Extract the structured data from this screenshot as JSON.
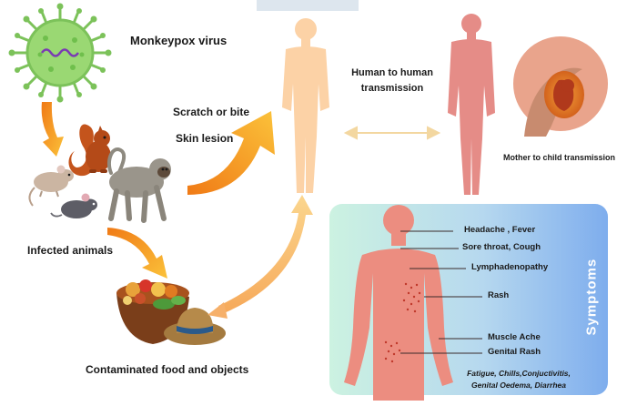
{
  "labels": {
    "virus": "Monkeypox virus",
    "scratch": "Scratch or bite",
    "skin": "Skin lesion",
    "h2h_line1": "Human to human",
    "h2h_line2": "transmission",
    "mother": "Mother to child transmission",
    "infected": "Infected animals",
    "food": "Contaminated food and objects"
  },
  "symptoms": {
    "title": "Symptoms",
    "items": [
      "Headache , Fever",
      "Sore throat,  Cough",
      "Lymphadenopathy",
      "Rash",
      "Muscle Ache",
      "Genital Rash"
    ],
    "note_line1": "Fatigue, Chills,Conjuctivitis,",
    "note_line2": "Genital Oedema, Diarrhea"
  },
  "colors": {
    "virus": "#8fd36a",
    "human_left": "#fcd2a6",
    "human_right": "#e58c87",
    "arrow_orange": "#f5a21c",
    "arrow_light": "#f9cf82",
    "panel_left": "#c9f0e0",
    "panel_right": "#7fb0ee",
    "rash_dots": "#c0392b"
  }
}
